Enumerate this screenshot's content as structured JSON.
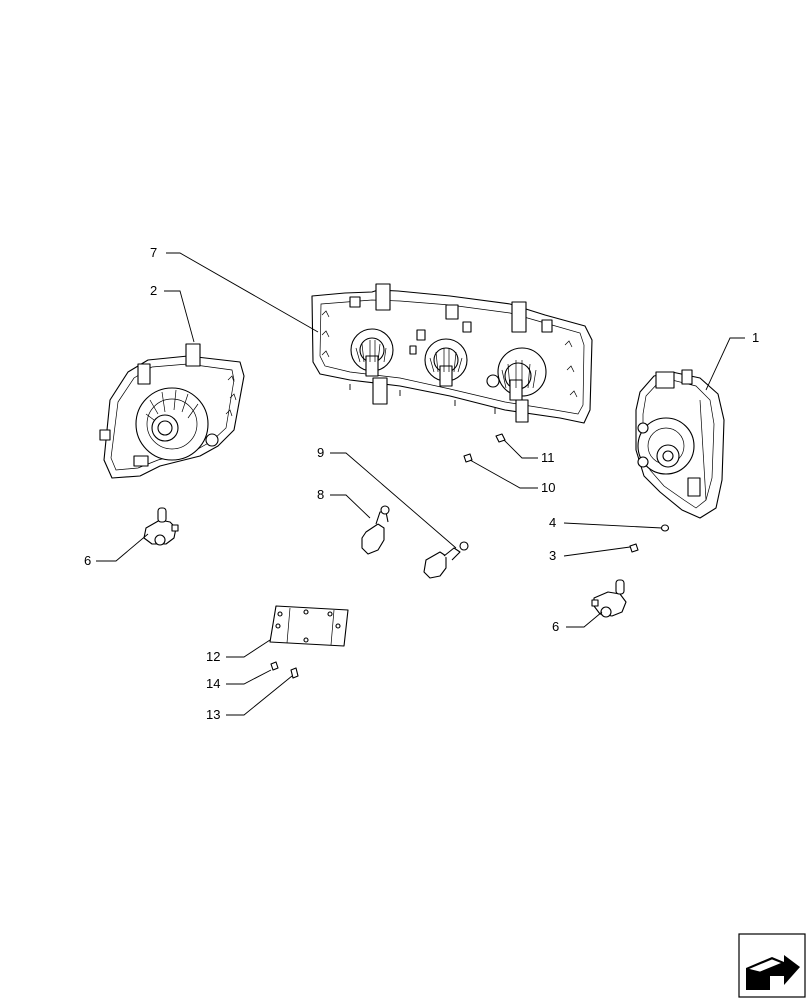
{
  "callouts": [
    "1",
    "2",
    "3",
    "4",
    "6",
    "6",
    "7",
    "8",
    "9",
    "10",
    "11",
    "12",
    "13",
    "14"
  ],
  "nav_icon": "next-page-arrow-icon"
}
